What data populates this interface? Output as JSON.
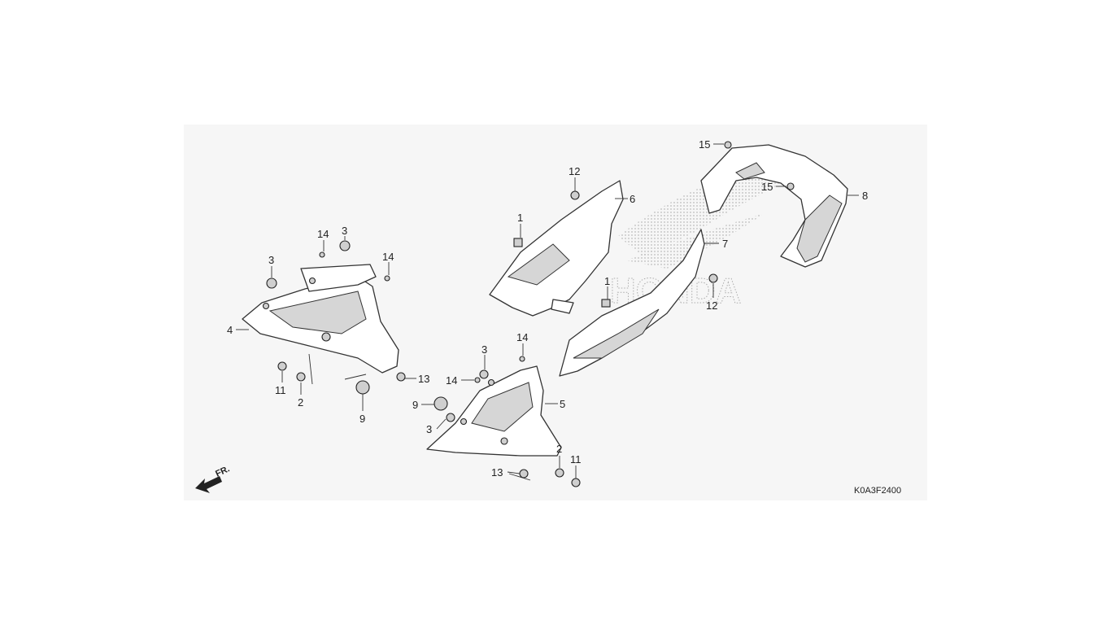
{
  "diagram": {
    "code": "K0A3F2400",
    "direction_label": "FR.",
    "watermark": "HONDA",
    "callouts": {
      "c1a": "1",
      "c1b": "1",
      "c2a": "2",
      "c2b": "2",
      "c3a": "3",
      "c3b": "3",
      "c3c": "3",
      "c3d": "3",
      "c4": "4",
      "c5": "5",
      "c6": "6",
      "c7": "7",
      "c8": "8",
      "c9a": "9",
      "c9b": "9",
      "c11a": "11",
      "c11b": "11",
      "c12a": "12",
      "c12b": "12",
      "c13a": "13",
      "c13b": "13",
      "c14a": "14",
      "c14b": "14",
      "c14c": "14",
      "c14d": "14",
      "c15a": "15",
      "c15b": "15"
    }
  }
}
